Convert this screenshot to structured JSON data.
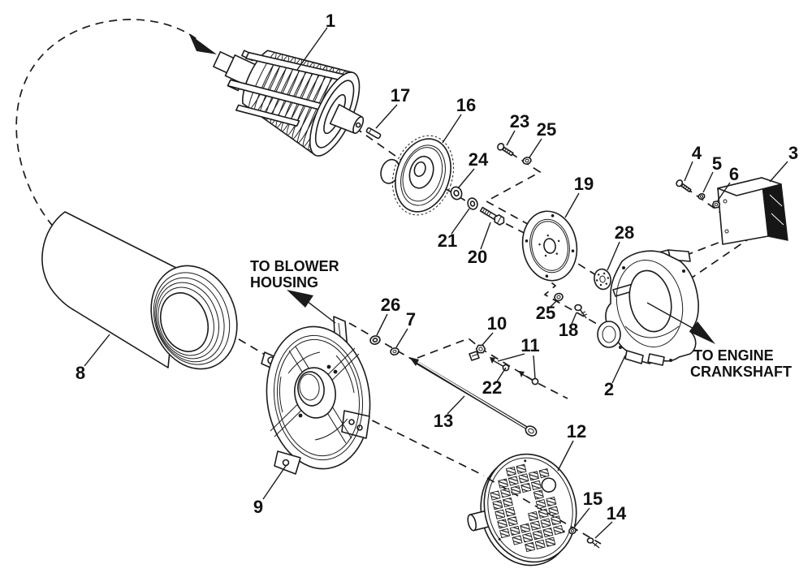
{
  "figure_type": "exploded-parts-diagram",
  "colors": {
    "ink": "#1b1b1b",
    "paper": "#ffffff"
  },
  "callouts": {
    "c1": "1",
    "c2": "2",
    "c3": "3",
    "c4": "4",
    "c5": "5",
    "c6": "6",
    "c7": "7",
    "c8": "8",
    "c9": "9",
    "c10": "10",
    "c11": "11",
    "c12": "12",
    "c13": "13",
    "c14": "14",
    "c15": "15",
    "c16": "16",
    "c17": "17",
    "c18": "18",
    "c19": "19",
    "c20": "20",
    "c21": "21",
    "c22": "22",
    "c23": "23",
    "c24": "24",
    "c25a": "25",
    "c25b": "25",
    "c26": "26",
    "c28": "28"
  },
  "annotations": {
    "to_blower_line1": "TO BLOWER",
    "to_blower_line2": "HOUSING",
    "to_crank_line1": "TO ENGINE",
    "to_crank_line2": "CRANKSHAFT"
  }
}
